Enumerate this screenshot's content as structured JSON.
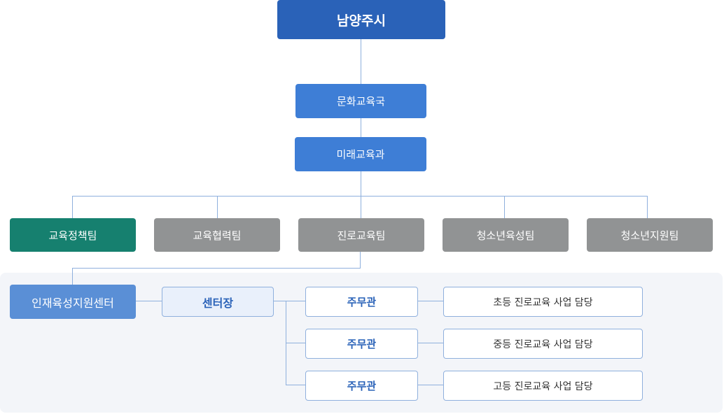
{
  "org": {
    "top": "남양주시",
    "bureau": "문화교육국",
    "division": "미래교육과",
    "teams": [
      {
        "label": "교육정책팀",
        "color": "#16806f"
      },
      {
        "label": "교육협력팀",
        "color": "#919394"
      },
      {
        "label": "진로교육팀",
        "color": "#919394"
      },
      {
        "label": "청소년육성팀",
        "color": "#919394"
      },
      {
        "label": "청소년지원팀",
        "color": "#919394"
      }
    ],
    "center": "인재육성지원센터",
    "center_head": "센터장",
    "officers": [
      {
        "title": "주무관",
        "duty": "초등 진로교육 사업 담당"
      },
      {
        "title": "주무관",
        "duty": "중등 진로교육 사업 담당"
      },
      {
        "title": "주무관",
        "duty": "고등 진로교육 사업 담당"
      }
    ]
  },
  "colors": {
    "top": "#2a62b8",
    "mid": "#3e7ed6",
    "center": "#5a8fd6",
    "line": "#8fb0dd",
    "panel": "#f3f5f9"
  }
}
